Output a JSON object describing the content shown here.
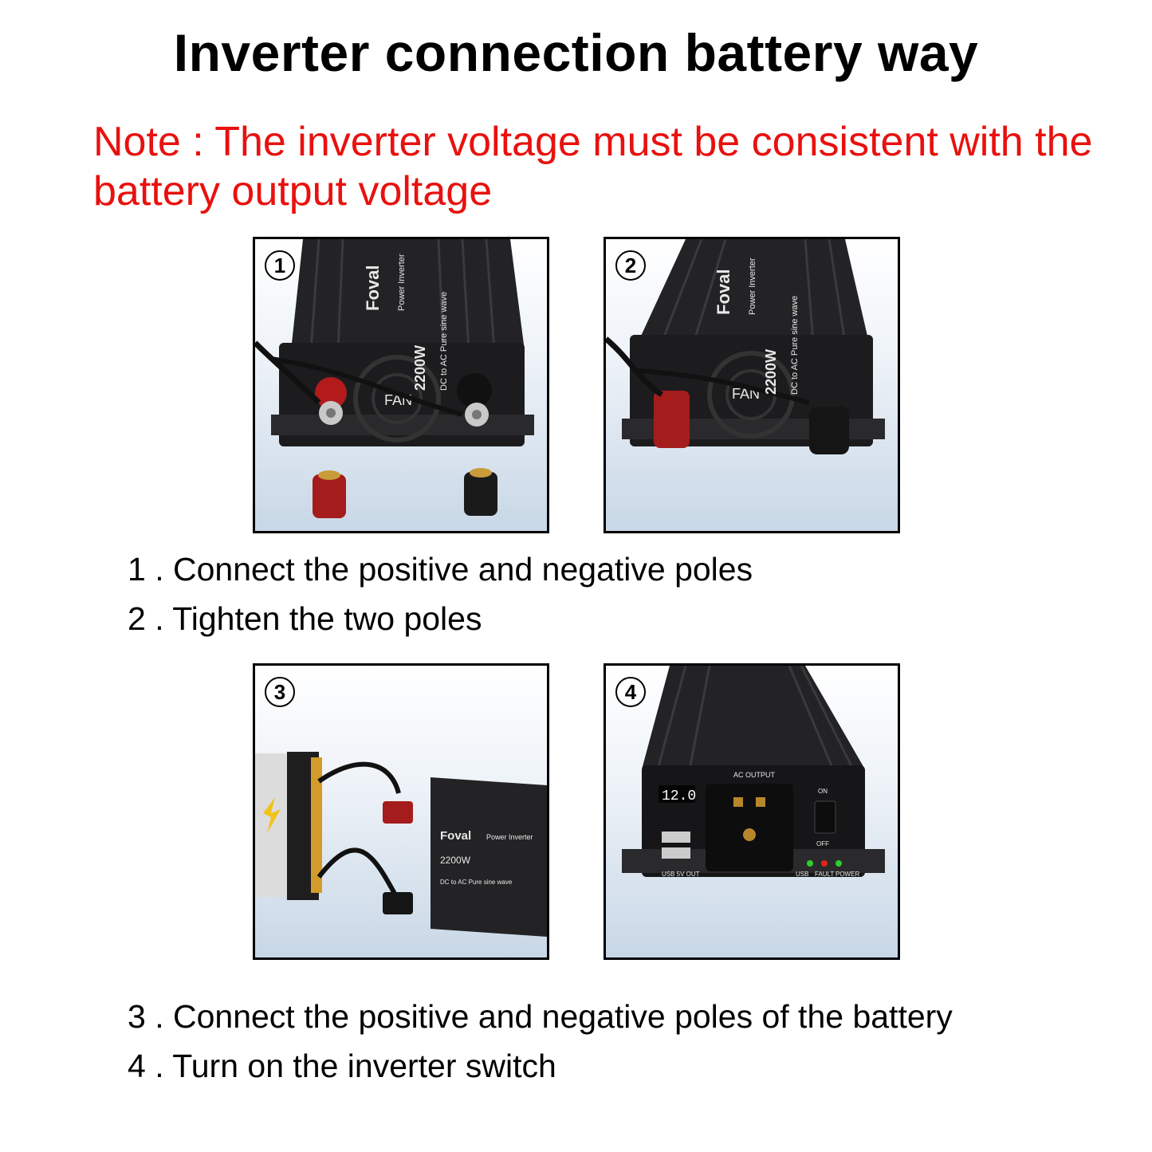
{
  "title": "Inverter connection battery way",
  "note": "Note : The inverter voltage must be consistent with the battery output voltage",
  "panels": [
    {
      "number": "1",
      "brand": "Foval",
      "model": "Power Inverter",
      "watts": "2200W",
      "desc": "DC to AC Pure sine wave",
      "fan": "FAN"
    },
    {
      "number": "2",
      "brand": "Foval",
      "model": "Power Inverter",
      "watts": "2200W",
      "desc": "DC to AC Pure sine wave",
      "fan": "FAN"
    },
    {
      "number": "3",
      "brand": "Foval",
      "model": "Power Inverter",
      "watts": "2200W",
      "desc": "DC to AC Pure sine wave"
    },
    {
      "number": "4",
      "ac_output": "AC OUTPUT",
      "display": "12.0",
      "on": "ON",
      "off": "OFF",
      "usb_out": "USB 5V OUT",
      "usb": "USB",
      "fault": "FAULT",
      "power": "POWER"
    }
  ],
  "steps_top": [
    "1 . Connect the positive and negative poles",
    "2 . Tighten the two poles"
  ],
  "steps_bottom": [
    "3 . Connect the positive and negative poles of the battery",
    "4 . Turn on the inverter switch"
  ],
  "colors": {
    "note": "#e8110f",
    "terminal_red": "#b31b1b",
    "terminal_black": "#1a1a1a",
    "inverter_body": "#1c1c1e"
  }
}
